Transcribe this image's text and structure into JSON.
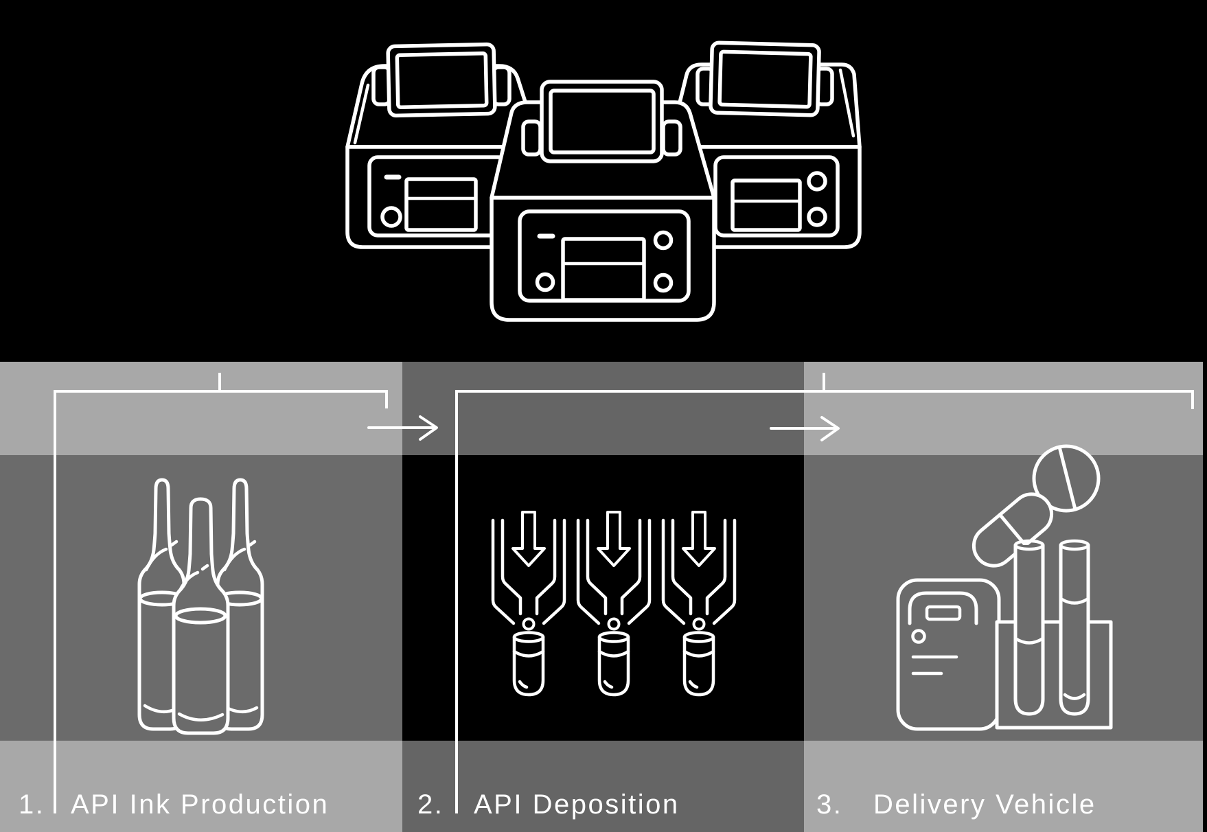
{
  "steps": [
    {
      "number": "1.",
      "label": "API Ink Production",
      "icon": "ampoules-icon"
    },
    {
      "number": "2.",
      "label": "API Deposition",
      "icon": "dispensing-nozzles-icon"
    },
    {
      "number": "3.",
      "label": "Delivery Vehicle",
      "icon": "pills-pouch-test-tubes-icon"
    }
  ],
  "header": {
    "icon": "3d-printers-icon",
    "printer_count": "3"
  },
  "colors": {
    "background": "#000000",
    "light_band": "#a8a8a8",
    "mid_band": "#6b6b6b",
    "dark_band": "#656565",
    "line": "#ffffff"
  }
}
